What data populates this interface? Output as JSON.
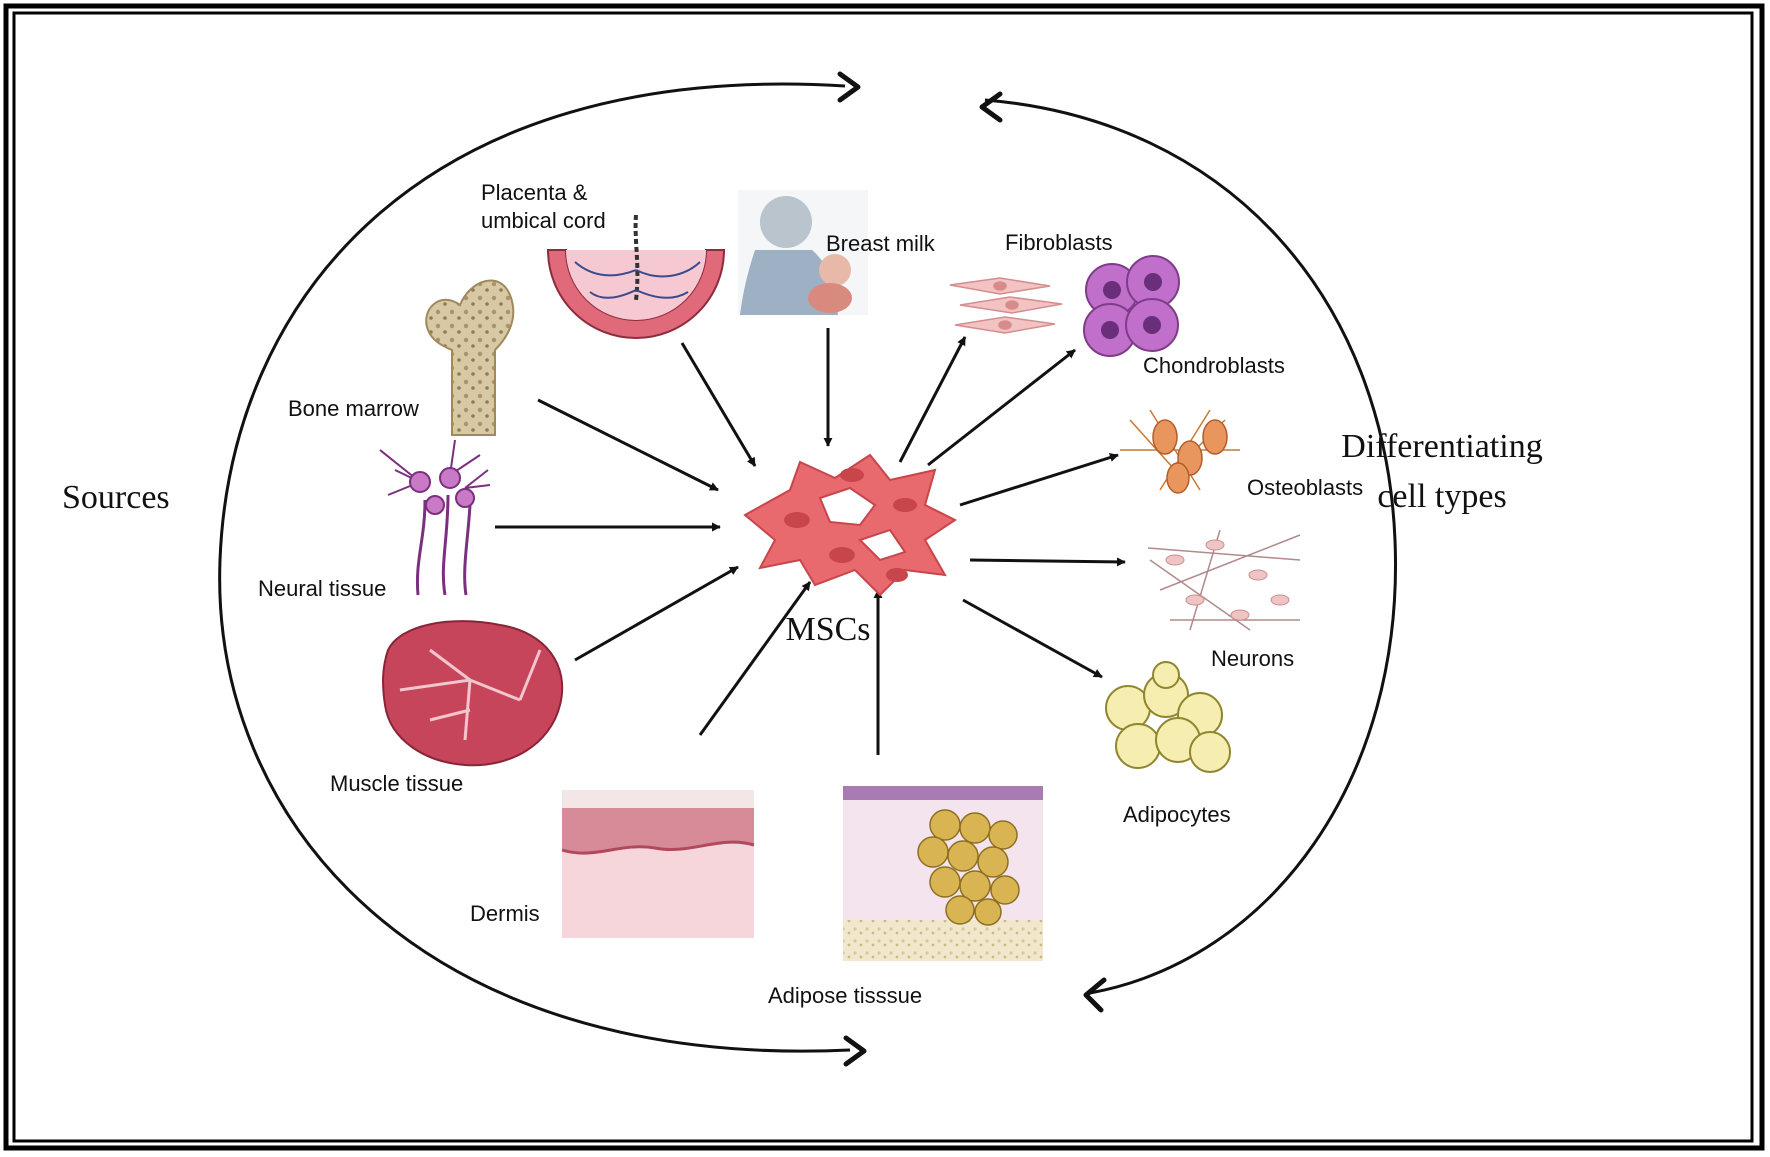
{
  "side_labels": {
    "left": "Sources",
    "right_line1": "Differentiating",
    "right_line2": "cell types"
  },
  "center_label": "MSCs",
  "sources": {
    "placenta_line1": "Placenta &",
    "placenta_line2": "umbical cord",
    "breast_milk": "Breast milk",
    "bone_marrow": "Bone marrow",
    "neural_tissue": "Neural  tissue",
    "muscle_tissue": "Muscle tissue",
    "dermis": "Dermis",
    "adipose_tissue": "Adipose tisssue"
  },
  "cell_types": {
    "fibroblasts": "Fibroblasts",
    "chondroblasts": "Chondroblasts",
    "osteoblasts": "Osteoblasts",
    "neurons": "Neurons",
    "adipocytes": "Adipocytes"
  },
  "colors": {
    "msc_fill": "#e86a6e",
    "msc_dark": "#c8464b",
    "line": "#111111",
    "frame": "#000000"
  }
}
